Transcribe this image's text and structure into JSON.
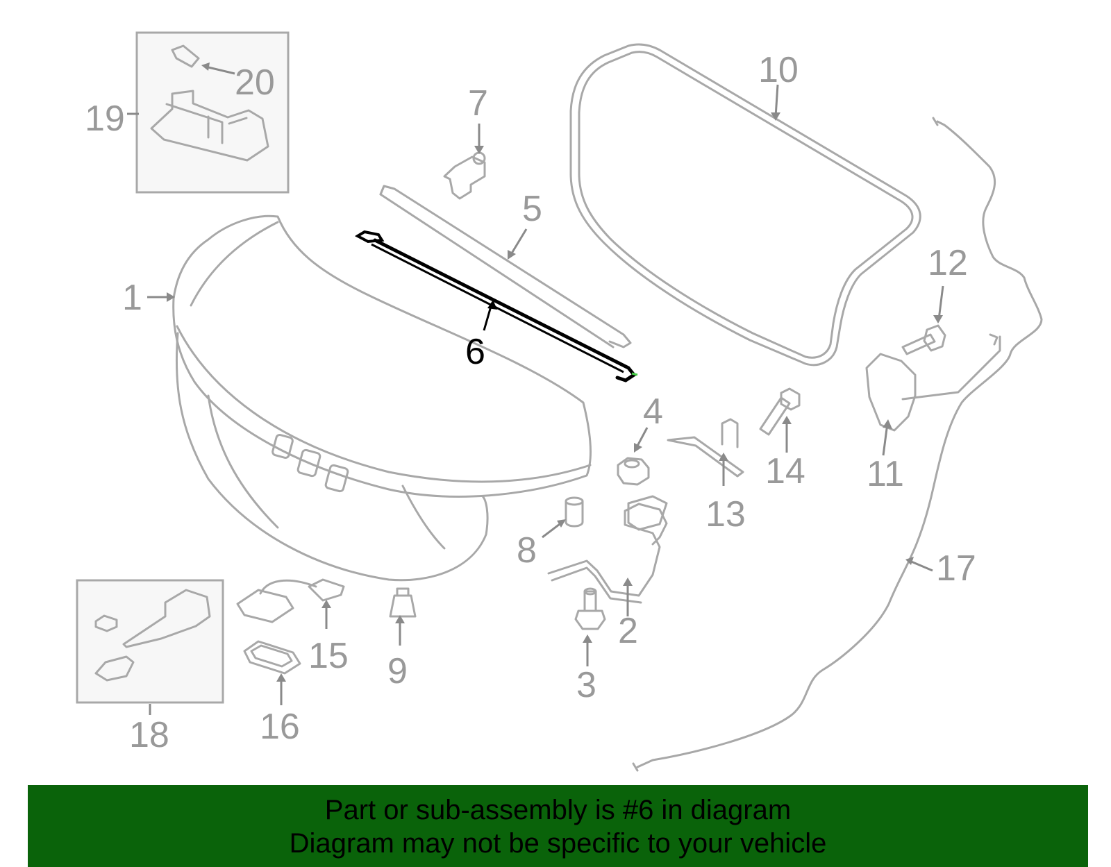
{
  "diagram": {
    "callouts": [
      {
        "id": "1",
        "label": "1"
      },
      {
        "id": "2",
        "label": "2"
      },
      {
        "id": "3",
        "label": "3"
      },
      {
        "id": "4",
        "label": "4"
      },
      {
        "id": "5",
        "label": "5"
      },
      {
        "id": "6",
        "label": "6",
        "highlighted": true
      },
      {
        "id": "7",
        "label": "7"
      },
      {
        "id": "8",
        "label": "8"
      },
      {
        "id": "9",
        "label": "9"
      },
      {
        "id": "10",
        "label": "10"
      },
      {
        "id": "11",
        "label": "11"
      },
      {
        "id": "12",
        "label": "12"
      },
      {
        "id": "13",
        "label": "13"
      },
      {
        "id": "14",
        "label": "14"
      },
      {
        "id": "15",
        "label": "15"
      },
      {
        "id": "16",
        "label": "16"
      },
      {
        "id": "17",
        "label": "17"
      },
      {
        "id": "18",
        "label": "18"
      },
      {
        "id": "19",
        "label": "19"
      },
      {
        "id": "20",
        "label": "20"
      }
    ],
    "colors": {
      "part_line": "#a8a8a8",
      "highlight": "#000000",
      "banner_bg": "#0a630a"
    }
  },
  "banner": {
    "line1": "Part or sub-assembly is #6 in diagram",
    "line2": "Diagram may not be specific to your vehicle"
  }
}
